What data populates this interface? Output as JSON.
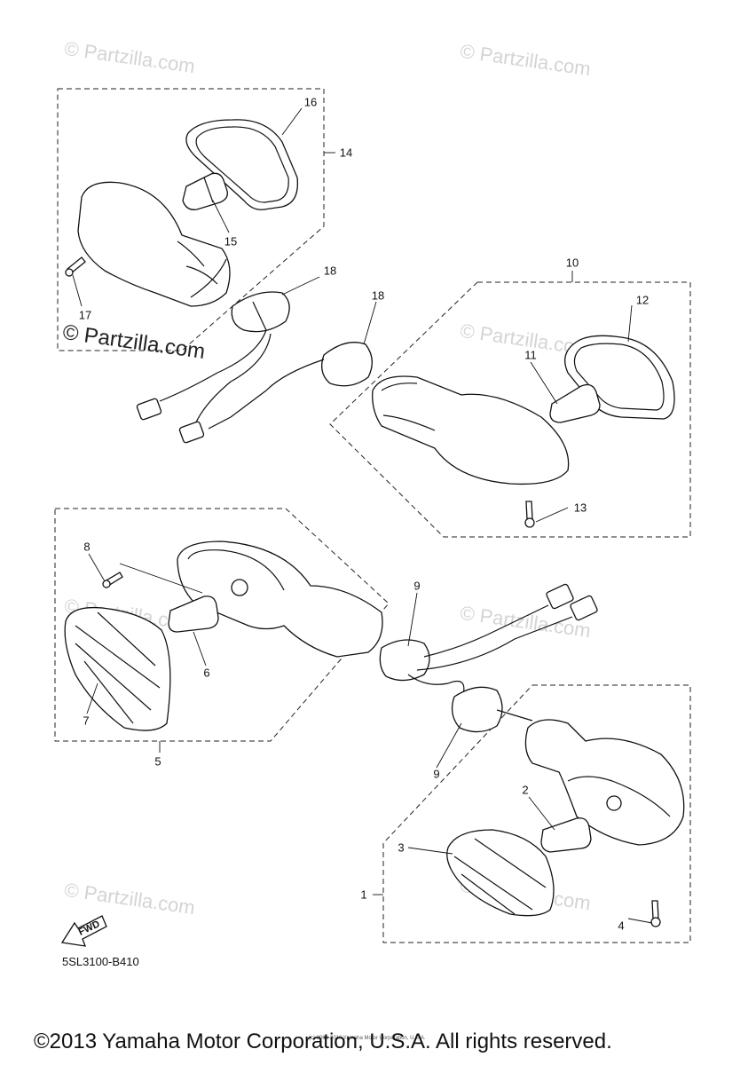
{
  "watermarks": {
    "w1": "© Partzilla.com",
    "w2": "© Partzilla.com",
    "w3": "© Partzilla.com",
    "w4": "© Partzilla.com",
    "w5": "© Partzilla.com",
    "w6": "© Partzilla.com",
    "w7": "© Partzilla.com",
    "strong": "© Partzilla.com"
  },
  "callouts": {
    "c1": "1",
    "c2": "2",
    "c3": "3",
    "c4": "4",
    "c5": "5",
    "c6": "6",
    "c7": "7",
    "c8": "8",
    "c9a": "9",
    "c9b": "9",
    "c10": "10",
    "c11": "11",
    "c12": "12",
    "c13": "13",
    "c14": "14",
    "c15": "15",
    "c16": "16",
    "c17": "17",
    "c18a": "18",
    "c18b": "18"
  },
  "fwd_label": "FWD",
  "part_code": "5SL3100-B410",
  "tiny_copyright": "(c) 2005-2016 Yamaha Motor Corporation, U.S.A.",
  "copyright": "©2013 Yamaha Motor Corporation, U.S.A. All rights reserved."
}
